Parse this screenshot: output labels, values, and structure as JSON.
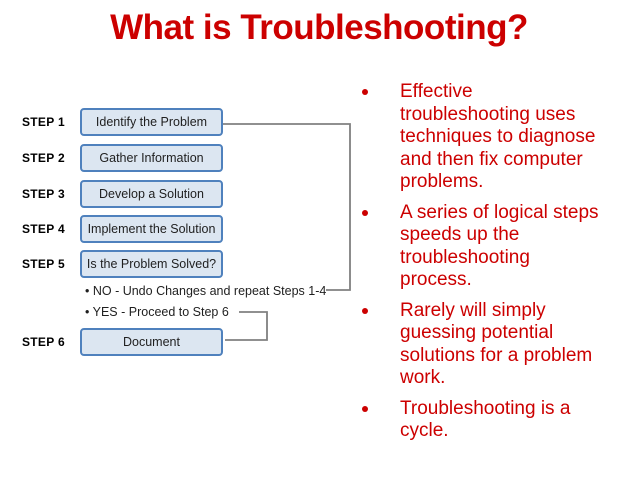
{
  "slide": {
    "title": "What is Troubleshooting?",
    "title_color": "#CC0000",
    "flowchart": {
      "steps": [
        {
          "label": "STEP 1",
          "box": "Identify the Problem"
        },
        {
          "label": "STEP 2",
          "box": "Gather Information"
        },
        {
          "label": "STEP 3",
          "box": "Develop a Solution"
        },
        {
          "label": "STEP 4",
          "box": "Implement the Solution"
        },
        {
          "label": "STEP 5",
          "box": "Is the Problem Solved?"
        },
        {
          "label": "STEP 6",
          "box": "Document"
        }
      ],
      "no_note": "• NO - Undo Changes and repeat Steps 1-4",
      "yes_note": "• YES - Proceed to Step 6",
      "box_fill_color": "#DCE6F1",
      "box_border_color": "#4F81BD",
      "connector_color": "#808080"
    },
    "bullets": [
      "Effective\ntroubleshooting uses\ntechniques to diagnose\nand then fix computer\nproblems.",
      "A series of logical steps\nspeeds up the\ntroubleshooting\nprocess.",
      "Rarely will simply\nguessing potential\nsolutions for a problem\nwork.",
      "Troubleshooting is a\ncycle.",
      "bullet_text_color: #CC0000"
    ]
  }
}
